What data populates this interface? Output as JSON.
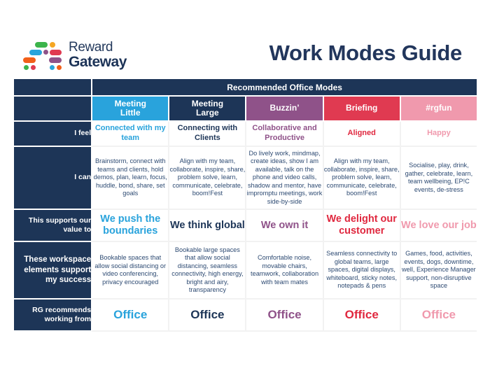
{
  "header": {
    "logo": {
      "icon_name": "reward-gateway-logo-mark",
      "line1": "Reward",
      "line2": "Gateway"
    },
    "title": "Work Modes Guide"
  },
  "table": {
    "group_header": "Recommended Office Modes",
    "columns": [
      {
        "label_line1": "Meeting",
        "label_line2": "Little",
        "color": "#29a3dc",
        "theme": "blue"
      },
      {
        "label_line1": "Meeting",
        "label_line2": "Large",
        "color": "#1d3557",
        "theme": "navy"
      },
      {
        "label_line1": "Buzzin’",
        "label_line2": "",
        "color": "#8f5289",
        "theme": "purple"
      },
      {
        "label_line1": "Briefing",
        "label_line2": "",
        "color": "#e03a51",
        "theme": "red"
      },
      {
        "label_line1": "#rgfun",
        "label_line2": "",
        "color": "#f099ad",
        "theme": "pink"
      }
    ],
    "rows": [
      {
        "label": "I feel",
        "style": "feel",
        "cells": [
          "Connected with my team",
          "Connecting with Clients",
          "Collaborative and Productive",
          "Aligned",
          "Happy"
        ]
      },
      {
        "label": "I can",
        "style": "can",
        "cells": [
          "Brainstorm, connect with teams and clients, hold demos, plan, learn, focus, huddle, bond, share, set goals",
          "Align with my team, collaborate, inspire, share, problem solve, learn, communicate, celebrate, boom!Fest",
          "Do lively work, mindmap, create ideas, show I am available, talk on the phone and video calls, shadow and mentor, have impromptu meetings, work side-by-side",
          "Align with my team, collaborate, inspire, share, problem solve, learn, communicate, celebrate, boom!Fest",
          "Socialise, play, drink, gather, celebrate, learn, team wellbeing, EP!C events, de-stress"
        ]
      },
      {
        "label": "This supports our value to",
        "style": "value",
        "cells": [
          "We push the boundaries",
          "We think global",
          "We own it",
          "We delight our customer",
          "We love our job"
        ]
      },
      {
        "label": "These workspace elements support my success",
        "style": "elements",
        "cells": [
          "Bookable spaces that allow social distancing or video conferencing, privacy encouraged",
          "Bookable large spaces that allow social distancing, seamless connectivity, high energy, bright and airy, transparency",
          "Comfortable noise, movable chairs, teamwork, collaboration with team mates",
          "Seamless connectivity to global teams, large spaces, digital displays, whiteboard, sticky notes, notepads & pens",
          "Games, food, activities, events, dogs, downtime, well, Experience Manager support, non-disruptive space"
        ]
      },
      {
        "label": "RG recommends working from",
        "style": "office",
        "cells": [
          "Office",
          "Office",
          "Office",
          "Office",
          "Office"
        ]
      }
    ]
  },
  "colors": {
    "navy": "#1d3557",
    "blue": "#29a3dc",
    "purple": "#8f5289",
    "red": "#e03a51",
    "pink": "#f099ad",
    "background": "#ffffff"
  }
}
